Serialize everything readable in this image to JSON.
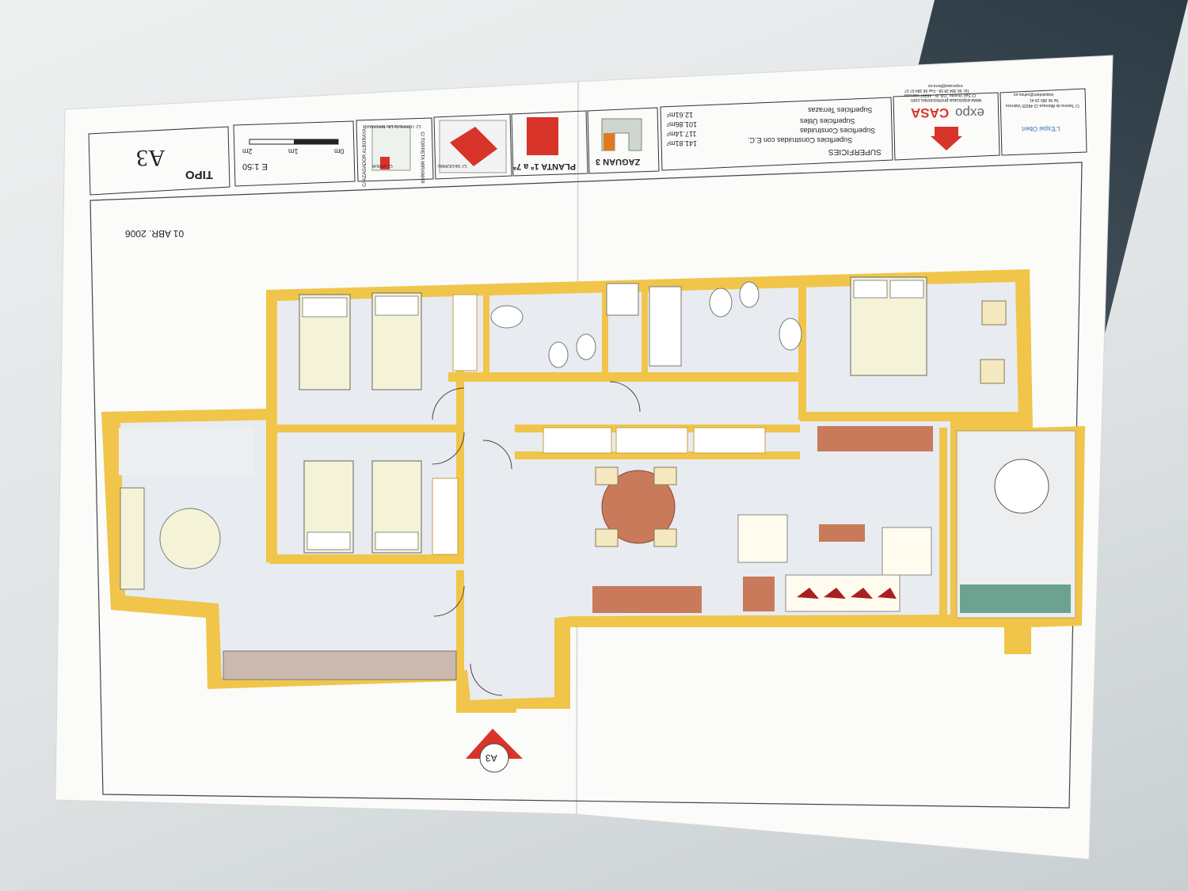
{
  "plan": {
    "tipo_label": "TIPO",
    "tipo_code": "A3",
    "scale": "E 1:50",
    "scale_ticks": [
      "0m",
      "1m",
      "2m"
    ],
    "street_labels": [
      "C/ AZAGADOR ALBORAYA",
      "C/ VIVER",
      "C/ TORRETA MIRAMAR",
      "C/ TORREta DE MIRAMAR",
      "C/ SEGORBE"
    ],
    "planta": "PLANTA 1ª a 7ª",
    "zaguan": "ZAGUAN 3",
    "superficies": {
      "title": "SUPERFICIES",
      "rows": [
        {
          "label": "Superficies Construidas con E.C.",
          "value": "141.81m²"
        },
        {
          "label": "Superficies Construidas",
          "value": "117.14m²"
        },
        {
          "label": "Superficies Útiles",
          "value": "101.86m²"
        },
        {
          "label": "Superficies Terrazas",
          "value": "12.61m²"
        }
      ]
    },
    "promoter": {
      "name_a": "expo",
      "name_b": "CASA",
      "web": "www.expocasa-promociones.com",
      "address": "C/ San Vicente, 118, 2º - 46007 Valencia",
      "phone": "Tel. 96 384 28 58 - Fax 96 384 67 07",
      "email": "expocasa@terra.es"
    },
    "builder": {
      "name": "L'Espai Obert",
      "address": "C/ Tavena de Alboraya 12 46025 Valencia",
      "phone": "Tel 96 389 18 41",
      "email": "lespaiobert@yahoo.es"
    },
    "date": "01 ABR. 2006",
    "marker": "A3"
  },
  "colors": {
    "wall": "#f0c54a",
    "floor": "#e6e9ee",
    "wood": "#c97a5a",
    "accent_red": "#d8342a"
  }
}
